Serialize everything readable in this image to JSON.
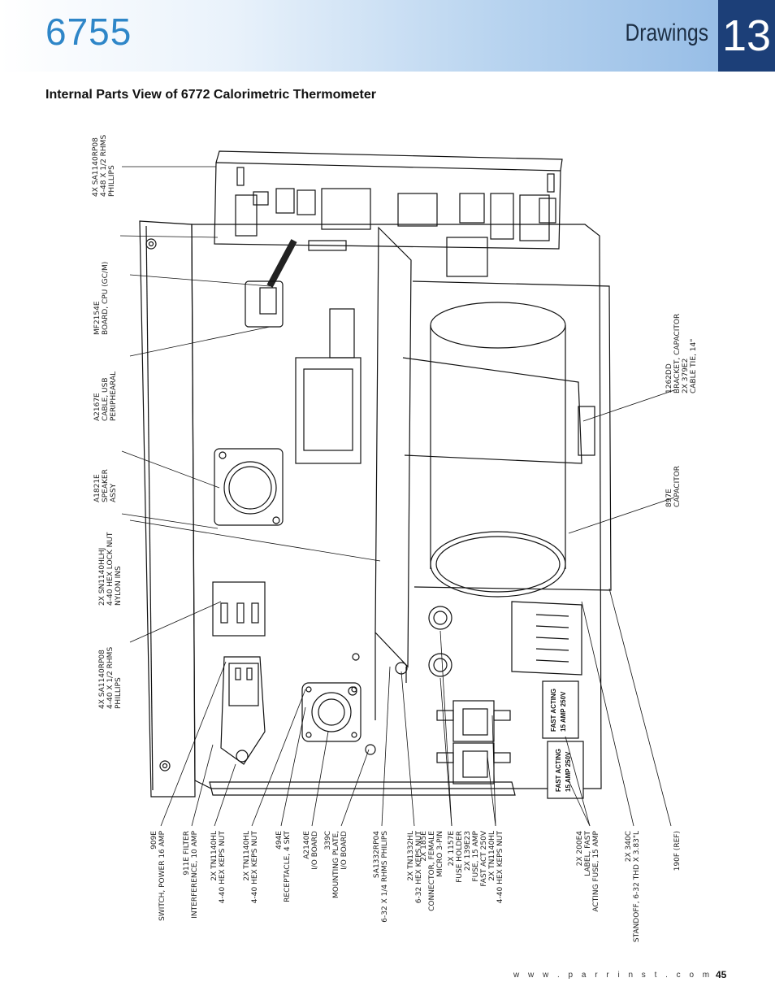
{
  "header": {
    "model": "6755",
    "section": "Drawings",
    "chapter": "13"
  },
  "title": "Internal Parts View of 6772 Calorimetric Thermometer",
  "fuse_labels": [
    {
      "line1": "FAST ACTING",
      "line2": "15 AMP 250V"
    },
    {
      "line1": "FAST ACTING",
      "line2": "15 AMP 250V"
    }
  ],
  "callouts_top": [
    {
      "lines": [
        "4X SA1140RP08",
        "4-48 X 1/2 RHMS",
        "PHILLIPS"
      ]
    },
    {
      "lines": [
        "MF2154E",
        "BOARD, CPU (GC/M)"
      ]
    },
    {
      "lines": [
        "A2167E",
        "CABLE, USB",
        "PERIPHEARAL"
      ]
    },
    {
      "lines": [
        "A1821E",
        "SPEAKER",
        "ASSY"
      ]
    },
    {
      "lines": [
        "2X SN1140HLHJ",
        "4-40 HEX LOCK NUT",
        "NYLON INS"
      ]
    },
    {
      "lines": [
        "4X SA1140RP08",
        "4-40 X 1/2 RHMS",
        "PHILLIPS"
      ]
    }
  ],
  "callouts_right": [
    {
      "lines": [
        "1262DD",
        "BRACKET, CAPACITOR",
        "2X 379E2",
        "CABLE TIE, 14\""
      ]
    },
    {
      "lines": [
        "897E",
        "CAPACITOR"
      ]
    }
  ],
  "callouts_bottom": [
    {
      "lines": [
        "909E",
        "SWITCH, POWER 16 AMP"
      ]
    },
    {
      "lines": [
        "911E FILTER",
        "INTERFERENCE, 10 AMP"
      ]
    },
    {
      "lines": [
        "2X TN1140HL",
        "4-40 HEX KEPS NUT"
      ]
    },
    {
      "lines": [
        "2X TN1140HL",
        "4-40 HEX KEPS NUT"
      ]
    },
    {
      "lines": [
        "494E",
        "RECEPTACLE, 4 SKT"
      ]
    },
    {
      "lines": [
        "A2140E",
        "I/O BOARD"
      ]
    },
    {
      "lines": [
        "339C",
        "MOUNTING PLATE,",
        "I/O BOARD"
      ]
    },
    {
      "lines": [
        "SA1332RP04",
        "6-32 X 1/4 RHMS PHILIPS"
      ]
    },
    {
      "lines": [
        "2X TN1332HL",
        "6-32 HEX KEPS NUT"
      ]
    },
    {
      "lines": [
        "2X 185E",
        "CONNECTOR, FEMALE",
        "MICRO 3-PIN"
      ]
    },
    {
      "lines": [
        "2X 1157E",
        "FUSE HOLDER",
        "2X 139E23",
        "FUSE, 15 AMP",
        "FAST ACT 250V",
        "2X TN1140HL",
        "4-40 HEX KEPS NUT"
      ]
    },
    {
      "lines": [
        "2X 200E4",
        "LABEL, FAST",
        "ACTING FUSE, 15 AMP"
      ]
    },
    {
      "lines": [
        "2X 340C",
        "STANDOFF, 6-32 THD X 3.83\"L"
      ]
    },
    {
      "lines": [
        "190F (REF)"
      ]
    }
  ],
  "footer": {
    "url": "w w w . p a r r i n s t . c o m",
    "page": "45"
  }
}
